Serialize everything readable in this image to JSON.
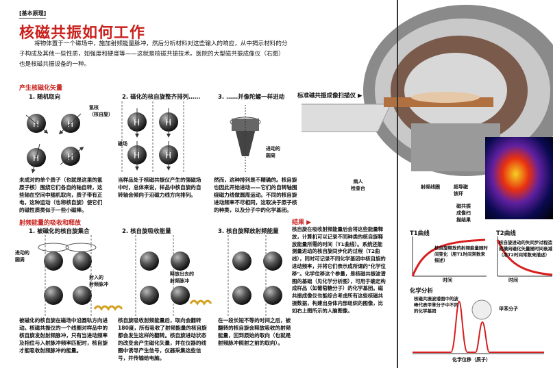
{
  "header": {
    "tag": "[基本原理]",
    "title": "核磁共振如何工作",
    "intro": "将物体置于一个磁场中，施加射频能量脉冲，然后分析材料对这些输入的响应，从中揭示材料的分子构成及其他一些性质，如强度和硬度等——这就是核磁共振技术。医院的大型磁共振成像仪（右图）也是核磁共振设备的一种。"
  },
  "section1": {
    "heading": "产生核磁化矢量",
    "steps": [
      "1.  随机取向",
      "2.  磁化的核自旋整齐排列……",
      "3.  ……并像陀螺一样进动"
    ],
    "labels": {
      "nucleus": "氢核\n（核自旋）",
      "field": "磁场",
      "precession": "进动的\n圆周"
    },
    "texts": [
      "未成对的单个质子（也就是这里的氢原子核）围绕它们各自的轴自转，这些轴在空间中随机取向，质子带有正电，这种运动（也称核自旋）使它们的磁性质类似于一些小磁棒。",
      "当样品处于核磁共振仪产生的强磁场中时，总体来说，样品中核自旋的自转轴会倾向于沿磁力线方向排列。",
      "然而，这种排列是不精确的。核自旋也因此开始进动——它们的自转轴围绕磁力线做圆周运动。不同的核自旋进动频率不尽相同，这取决于原子核的种类，以及分子中的化学基团。"
    ]
  },
  "section2": {
    "heading": "射频能量的吸收和释放",
    "steps": [
      "1.  被磁化的核自旋集合",
      "2.  核自旋吸收能量",
      "3.  核自旋释放射频能量"
    ],
    "labels": {
      "precession": "进动的\n圆周",
      "incoming": "射入的\n射频脉冲",
      "outgoing": "释放出去的\n射频脉冲"
    },
    "texts": [
      "被磁化的核自旋在磁场中沿圆轨方向进动。核磁共振仪的一个线圈对样品中的核自旋发射射频脉冲，只有当进动频率及相位与入射脉冲频率匹配时，核自旋才能吸收射频脉冲的能量。",
      "核自旋吸收射频能量后，取向会翻转180度，所有吸收了射频能量的核自旋都会发生这样的翻转。核自旋进动状态的改变会产生磁化矢量，并在仪器的线圈中诱导产生信号，仪器采集这些信号，并传输给电脑。",
      "在一段长短不等的时间之后，被翻转的核自旋会释放吸收的射频能量，回到原始的取向（也就是射频脉冲照射之前的取向）。"
    ]
  },
  "scanner": {
    "caption": "标准磁共振成像扫描仪 ▶",
    "labels": {
      "bed": "病人\n检查台",
      "rf_coil": "射频线圈",
      "magnet": "超导磁\n铁环",
      "image": "磁共振\n成像扫\n描结果"
    }
  },
  "result": {
    "heading": "结果 ▶",
    "text": "核自旋在吸收射频能量后会将这些能量释放，计算机可以记录不同种类的核自旋释放能量所需的时间（T1曲线）。系统还能测量进动的核自旋同步化的过程（T2曲线），同时可记录不同化学基团中核自旋的进动频率，并将它们表示成所谓的\"化学位移\"。化学位移这个参量，是核磁共振波谱图的基础（见化学分析图），可用于确定构成样品（如葡萄糖分子）的化学基团。磁共振成像仪也能综合考虑所有这些核磁共振数据，构建出身体内部组织的图像，比如右上图所示的人脑图像。"
  },
  "t1": {
    "title": "T1曲线",
    "note": "核自旋释放的射频能量随时间变化（用T1时间常数来描述）",
    "xlabel": "时间"
  },
  "t2": {
    "title": "T2曲线",
    "note": "核自旋进动的失同步过程造成横向磁化矢量随时间衰减（用T2时间常数来描述）",
    "xlabel": "时间"
  },
  "chem": {
    "title": "化学分析",
    "note": "核磁共振波谱图中的波峰代表甲苯分子中不同的化学基团",
    "molecule": "甲苯分子",
    "xlabel": "化学位移（质子）"
  }
}
